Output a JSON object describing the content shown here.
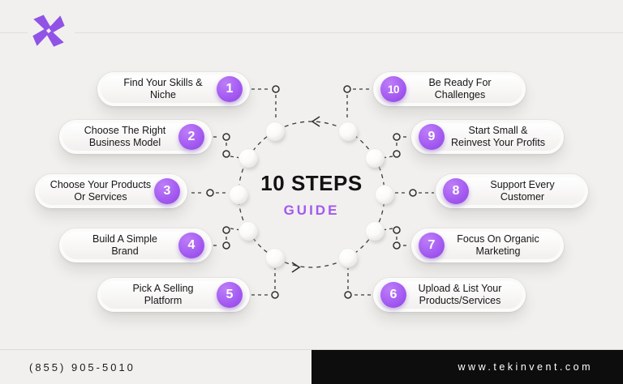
{
  "center": {
    "title": "10 STEPS",
    "subtitle": "GUIDE"
  },
  "steps": [
    {
      "number": "1",
      "line1": "Find Your Skills &",
      "line2": "Niche"
    },
    {
      "number": "2",
      "line1": "Choose The Right",
      "line2": "Business Model"
    },
    {
      "number": "3",
      "line1": "Choose Your Products",
      "line2": "Or Services"
    },
    {
      "number": "4",
      "line1": "Build A Simple",
      "line2": "Brand"
    },
    {
      "number": "5",
      "line1": "Pick A Selling",
      "line2": "Platform"
    },
    {
      "number": "6",
      "line1": "Upload & List Your",
      "line2": "Products/Services"
    },
    {
      "number": "7",
      "line1": "Focus On Organic",
      "line2": "Marketing"
    },
    {
      "number": "8",
      "line1": "Support Every",
      "line2": "Customer"
    },
    {
      "number": "9",
      "line1": "Start Small &",
      "line2": "Reinvest Your Profits"
    },
    {
      "number": "10",
      "line1": "Be Ready For",
      "line2": "Challenges"
    }
  ],
  "footer": {
    "phone": "(855) 905-5010",
    "website": "www.tekinvent.com"
  },
  "colors": {
    "background": "#f1f0ee",
    "accent_purple": "#a259f0",
    "logo_purple": "#9153e6",
    "footer_dark": "#0d0d0d",
    "text_dark": "#161616"
  },
  "icons": {
    "logo": "pinwheel-icon"
  }
}
